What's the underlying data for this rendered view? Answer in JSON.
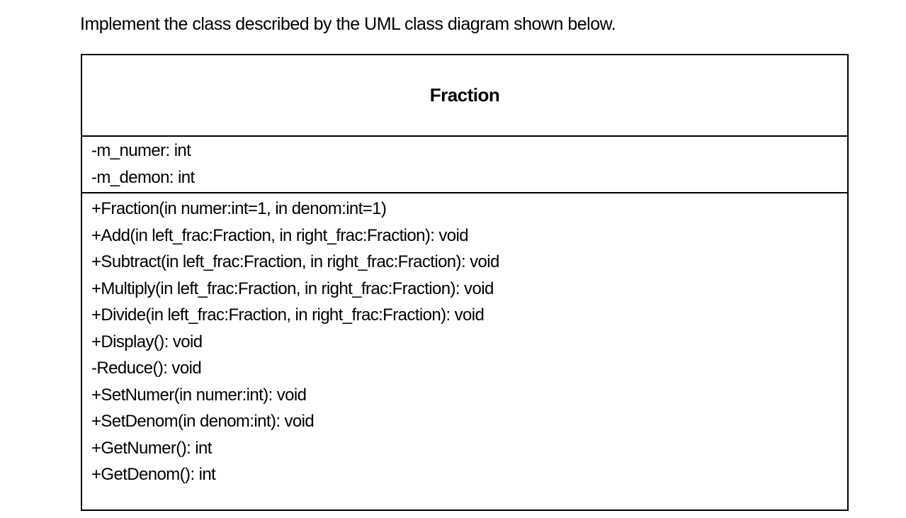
{
  "page": {
    "instruction": "Implement the class described by the UML class diagram shown below."
  },
  "uml_class": {
    "name": "Fraction",
    "attributes": [
      "-m_numer: int",
      "-m_demon: int"
    ],
    "methods": [
      "+Fraction(in numer:int=1, in denom:int=1)",
      "+Add(in left_frac:Fraction, in right_frac:Fraction): void",
      "+Subtract(in left_frac:Fraction, in right_frac:Fraction): void",
      "+Multiply(in left_frac:Fraction, in right_frac:Fraction): void",
      "+Divide(in left_frac:Fraction, in right_frac:Fraction): void",
      "+Display(): void",
      "-Reduce(): void",
      "+SetNumer(in numer:int): void",
      "+SetDenom(in denom:int): void",
      "+GetNumer(): int",
      "+GetDenom(): int"
    ]
  },
  "colors": {
    "background": "#ffffff",
    "text": "#000000",
    "border": "#000000"
  }
}
